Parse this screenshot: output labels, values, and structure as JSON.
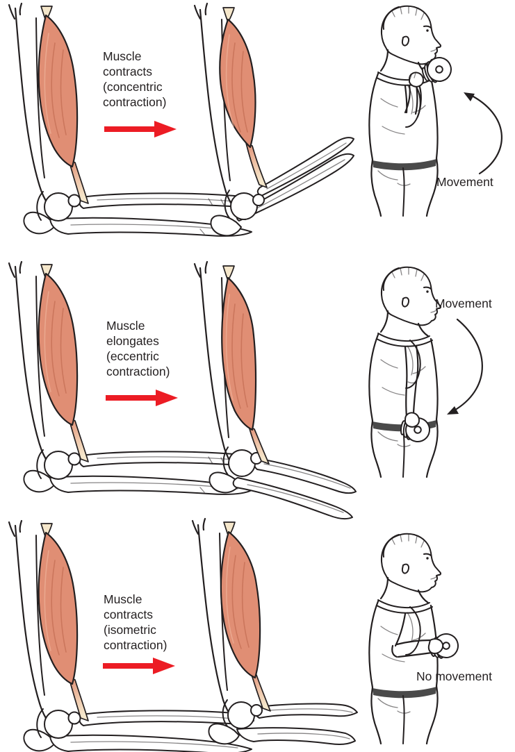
{
  "colors": {
    "background": "#ffffff",
    "line": "#231f20",
    "text": "#231f20",
    "muscle": "#e08e74",
    "muscle_shadow": "#c06a50",
    "muscle_highlight": "#f0b59c",
    "tendon": "#f5e7cb",
    "arrow_red": "#ec1c24"
  },
  "rows": [
    {
      "id": "concentric",
      "caption": "Muscle contracts (concentric contraction)",
      "movement_label": "Movement",
      "movement_direction": "up"
    },
    {
      "id": "eccentric",
      "caption": "Muscle elongates (eccentric contraction)",
      "movement_label": "Movement",
      "movement_direction": "down"
    },
    {
      "id": "isometric",
      "caption": "Muscle contracts (isometric contraction)",
      "movement_label": "No movement",
      "movement_direction": "none"
    }
  ]
}
